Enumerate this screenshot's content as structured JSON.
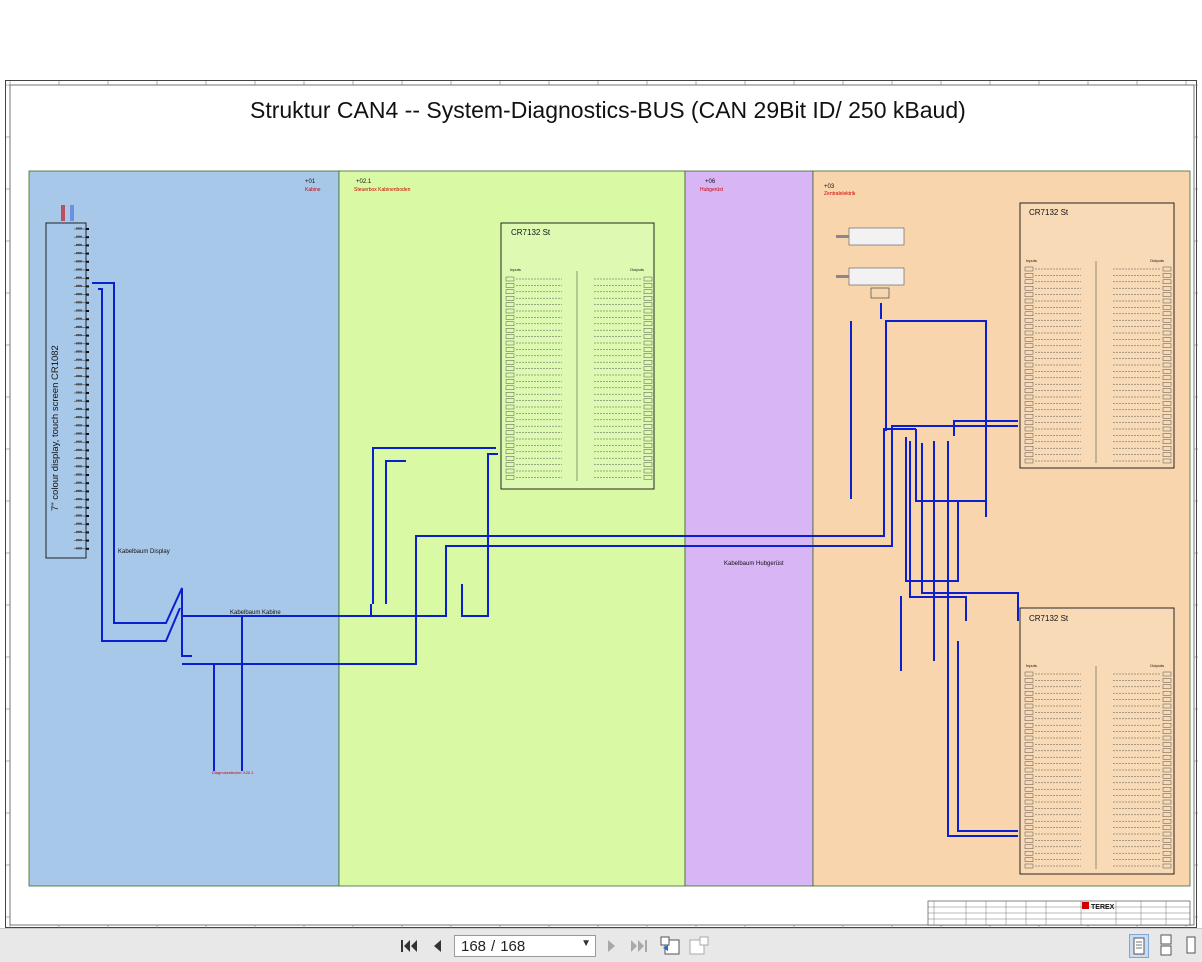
{
  "sheet": {
    "title": "Struktur CAN4   --   System-Diagnostics-BUS (CAN 29Bit ID/ 250 kBaud)",
    "zones": [
      {
        "code": "+01",
        "name": "Kabine",
        "color": "#a8c8ea"
      },
      {
        "code": "+02.1",
        "name": "Steuerbox Kabinenboden",
        "color": "#d9f9a5"
      },
      {
        "code": "+06",
        "name": "Hubgerüst",
        "color": "#d8b5f5"
      },
      {
        "code": "+03",
        "name": "Zentralelektrik",
        "color": "#f8d5ad"
      }
    ],
    "display_label": "7\" colour display, touch screen CR1082",
    "controllers": [
      "CR7132 St",
      "CR7132 St",
      "CR7132 St"
    ],
    "harness_labels": {
      "display": "Kabelbaum Display",
      "kabine": "Kabelbaum Kabine",
      "hubgeruest": "Kabelbaum Hubgerüst"
    },
    "io_headers": {
      "inputs": "Inputs",
      "outputs": "Outputs"
    },
    "diag_connector": "Diagnosestecker X20.1",
    "modules": [
      "CR7132 St"
    ],
    "titleblock_brand": "TEREX",
    "bus_color": "#0a1fd0",
    "label_red": "#cc0000"
  },
  "toolbar": {
    "page_current": "168",
    "page_separator": "/",
    "page_total": "168"
  }
}
